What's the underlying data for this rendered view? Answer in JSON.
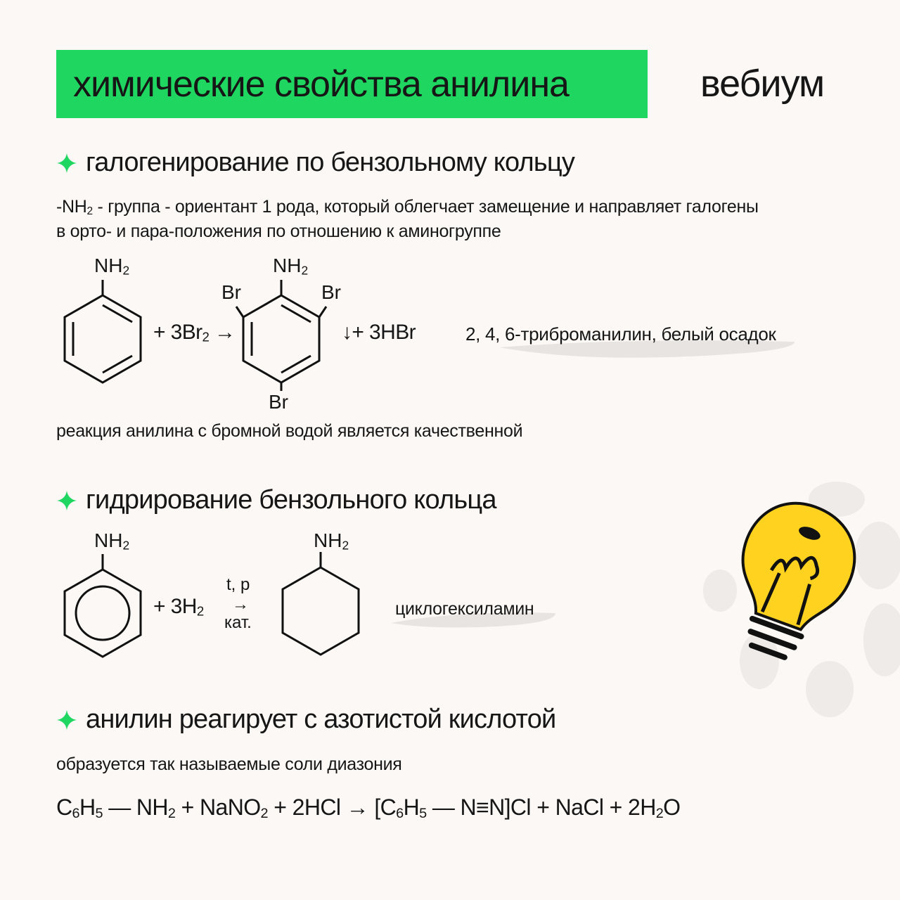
{
  "header": {
    "title": "химические свойства анилина",
    "logo": "вебиум"
  },
  "section1": {
    "heading": "галогенирование по бензольному кольцу",
    "desc_prefix": "-NH",
    "desc_sub": "2",
    "desc_line1": " - группа - ориентант 1 рода, который облегчает замещение и направляет галогены",
    "desc_line2": "в орто- и пара-положения по отношению к аминогруппе",
    "nh": "NH",
    "two": "2",
    "br": "Br",
    "reagent_prefix": "+ 3Br",
    "reagent_arrow": " →",
    "product_suffix": "↓+ 3HBr",
    "note": "2, 4, 6-триброманилин, белый осадок",
    "footer": "реакция анилина с бромной водой является качественной"
  },
  "section2": {
    "heading": "гидрирование бензольного кольца",
    "reagent_prefix": "+ 3H",
    "cond_top": "t, p",
    "cond_arrow": "→",
    "cond_bottom": "кат.",
    "note": "циклогексиламин"
  },
  "section3": {
    "heading": "анилин реагирует с азотистой кислотой",
    "desc": "образуется так называемые соли диазония",
    "equation": {
      "p1": "C",
      "s1": "6",
      "p2": "H",
      "s2": "5",
      "p3": " — NH",
      "s3": "2",
      "p4": " + NaNO",
      "s4": "2",
      "p5": " +  2HCl → [C",
      "s5": "6",
      "p6": "H",
      "s6": "5",
      "p7": " — N≡N]Cl + NaCl + 2H",
      "s7": "2",
      "p8": "O"
    }
  },
  "colors": {
    "accent_green": "#1fd760",
    "bulb_yellow": "#ffd21f",
    "background": "#fbf8f5"
  },
  "icons": {
    "bullet": "sparkle-icon",
    "decoration": "lightbulb-icon"
  }
}
